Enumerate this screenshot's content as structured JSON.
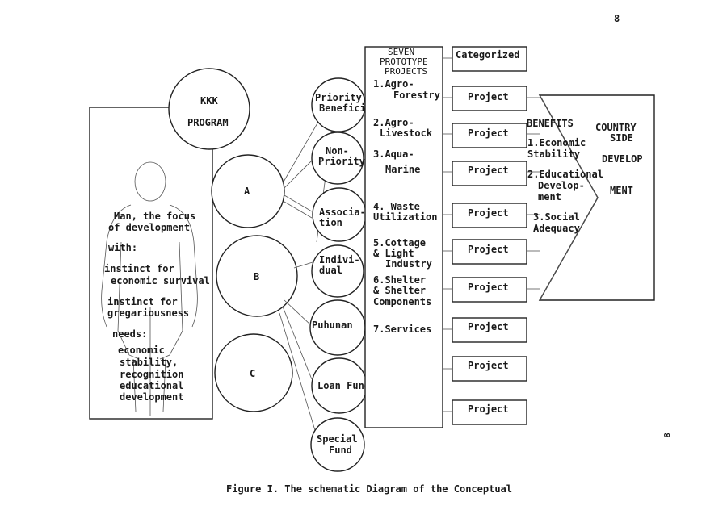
{
  "page_number": "8",
  "corner_mark": "∞",
  "program": {
    "line1": "KKK",
    "line2": "PROGRAM"
  },
  "man_text": {
    "l1": "Man, the focus",
    "l2": "of development",
    "l3": "with:",
    "l4": "instinct for",
    "l5": "economic survival",
    "l6": "instinct for",
    "l7": "gregariousness",
    "l8": "needs:",
    "l9": "economic",
    "l10": "stability,",
    "l11": "recognition",
    "l12": "educational",
    "l13": "development"
  },
  "circles": {
    "a": "A",
    "b": "B",
    "c": "C"
  },
  "groups": {
    "priority": {
      "l1": "Priority",
      "l2": "Beneficiaries"
    },
    "non_priority": {
      "l1": "Non-",
      "l2": "Priority"
    },
    "association": {
      "l1": "Associa-",
      "l2": "tion"
    },
    "individual": {
      "l1": "Indivi-",
      "l2": "dual"
    },
    "puhunan": {
      "l1": "Puhunan"
    },
    "loan_fund": {
      "l1": "Loan Fund"
    },
    "special_fund": {
      "l1": "Special",
      "l2": "Fund"
    }
  },
  "prototype": {
    "header": {
      "l1": "SEVEN",
      "l2": "PROTOTYPE",
      "l3": "PROJECTS"
    },
    "p1": {
      "l1": "1.Agro-",
      "l2": "Forestry"
    },
    "p2": {
      "l1": "2.Agro-",
      "l2": "Livestock"
    },
    "p3": {
      "l1": "3.Aqua-",
      "l2": "Marine"
    },
    "p4": {
      "l1": "4. Waste",
      "l2": "Utilization"
    },
    "p5": {
      "l1": "5.Cottage",
      "l2": "& Light",
      "l3": "Industry"
    },
    "p6": {
      "l1": "6.Shelter",
      "l2": "& Shelter",
      "l3": "Components"
    },
    "p7": {
      "l1": "7.Services"
    }
  },
  "categorized": "Categorized",
  "projects": {
    "label": "Project"
  },
  "benefits": {
    "title": "BENEFITS",
    "b1": {
      "l1": "1.Economic",
      "l2": "Stability"
    },
    "b2": {
      "l1": "2.Educational",
      "l2": "Develop-",
      "l3": "ment"
    },
    "b3": {
      "l1": "3.Social",
      "l2": "Adequacy"
    }
  },
  "countryside": {
    "l1": "COUNTRY",
    "l2": "SIDE",
    "l3": "DEVELOP",
    "l4": "MENT"
  },
  "caption": "Figure I. The schematic Diagram of the Conceptual"
}
